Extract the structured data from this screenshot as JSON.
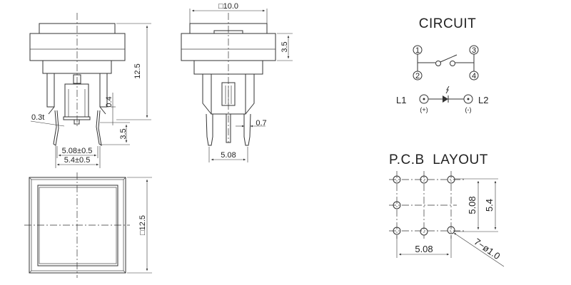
{
  "front_view": {
    "height_dim": "12.5",
    "gap_dim": "0.4",
    "thickness_dim": "0.3t",
    "pin_length_dim": "3.5",
    "inner_pin_spacing": "5.08±0.5",
    "outer_pin_spacing": "5.4±0.5"
  },
  "side_view": {
    "cap_width_dim": "□10.0",
    "cap_height_dim": "3.5",
    "pin_width_dim": "0.7",
    "pin_spacing_dim": "5.08"
  },
  "top_view": {
    "size_dim": "□12.5"
  },
  "circuit": {
    "title": "CIRCUIT",
    "terminals": [
      "1",
      "2",
      "3",
      "4"
    ],
    "led_left_label": "L1",
    "led_right_label": "L2",
    "led_left_polarity": "(+)",
    "led_right_polarity": "(-)"
  },
  "pcb_layout": {
    "title": "P.C.B  LAYOUT",
    "horizontal_spacing": "5.08",
    "vertical_spacing_inner": "5.08",
    "vertical_spacing_outer": "5.4",
    "hole_spec": "7−ø1.0"
  }
}
